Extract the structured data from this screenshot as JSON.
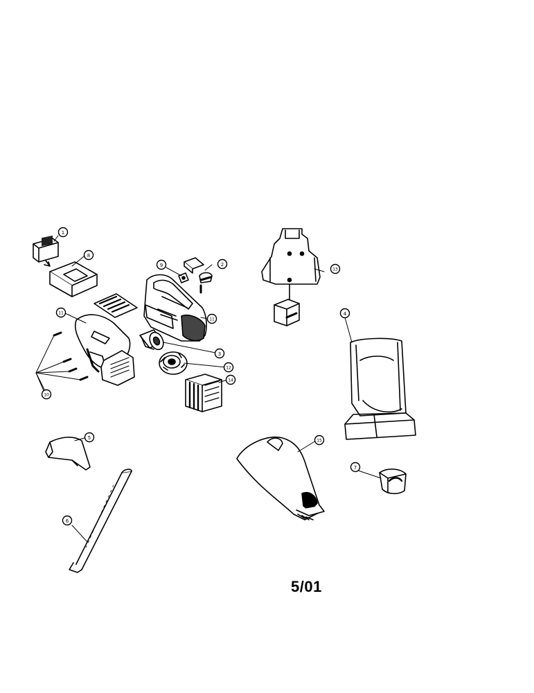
{
  "diagram": {
    "date_code": "5/01",
    "callouts": [
      {
        "id": "callout-1",
        "label": "1"
      },
      {
        "id": "callout-2",
        "label": "2"
      },
      {
        "id": "callout-3",
        "label": "3"
      },
      {
        "id": "callout-4",
        "label": "4"
      },
      {
        "id": "callout-5",
        "label": "5"
      },
      {
        "id": "callout-6",
        "label": "6"
      },
      {
        "id": "callout-7",
        "label": "7"
      },
      {
        "id": "callout-8",
        "label": "8"
      },
      {
        "id": "callout-9",
        "label": "9"
      },
      {
        "id": "callout-10",
        "label": "10"
      },
      {
        "id": "callout-11a",
        "label": "11"
      },
      {
        "id": "callout-11b",
        "label": "11"
      },
      {
        "id": "callout-12",
        "label": "12"
      },
      {
        "id": "callout-13",
        "label": "13"
      },
      {
        "id": "callout-14",
        "label": "14"
      },
      {
        "id": "callout-15",
        "label": "15"
      }
    ]
  }
}
